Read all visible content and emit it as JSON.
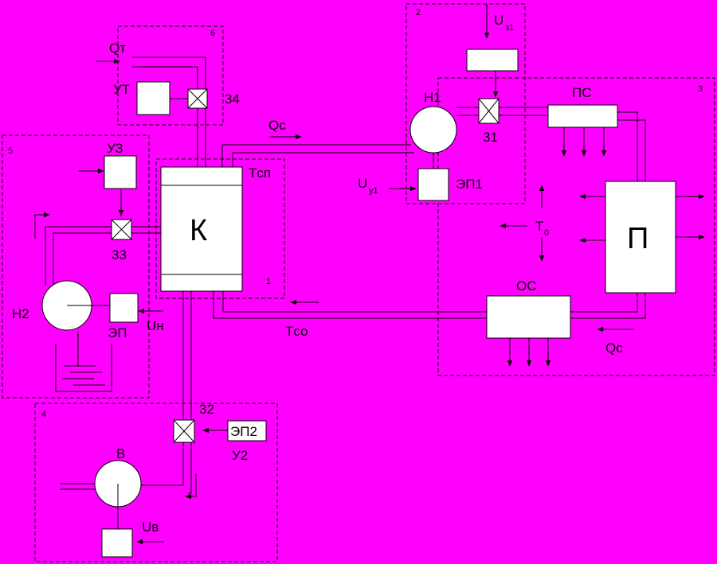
{
  "colors": {
    "background": "#ff00ff",
    "line": "#000000",
    "box_fill": "#ffffff"
  },
  "blocks": {
    "b1": "1",
    "b2": "2",
    "b3": "3",
    "b4": "4",
    "b5": "5",
    "b6": "6"
  },
  "labels": {
    "K": "К",
    "P": "П",
    "PS": "ПС",
    "OS": "ОС",
    "N1": "Н1",
    "N2": "Н2",
    "B": "В",
    "EP": "ЭП",
    "EP1": "ЭП1",
    "EP2": "ЭП2",
    "UT": "УТ",
    "UZ": "УЗ",
    "U2": "У2",
    "Qt": "Qт",
    "Qc_top": "Qc",
    "Qc_bottom": "Qc",
    "Tsp": "Tсп",
    "Tso": "Tсо",
    "T0_main": "T",
    "T0_sub": "0",
    "Un": "Uн",
    "Uv": "Uв",
    "Uy1_main": "U",
    "Uy1_sub": "у1",
    "Uz1_main": "U",
    "Uz1_sub": "з1",
    "v34": "34",
    "v33": "33",
    "v32": "32",
    "v31": "31"
  }
}
